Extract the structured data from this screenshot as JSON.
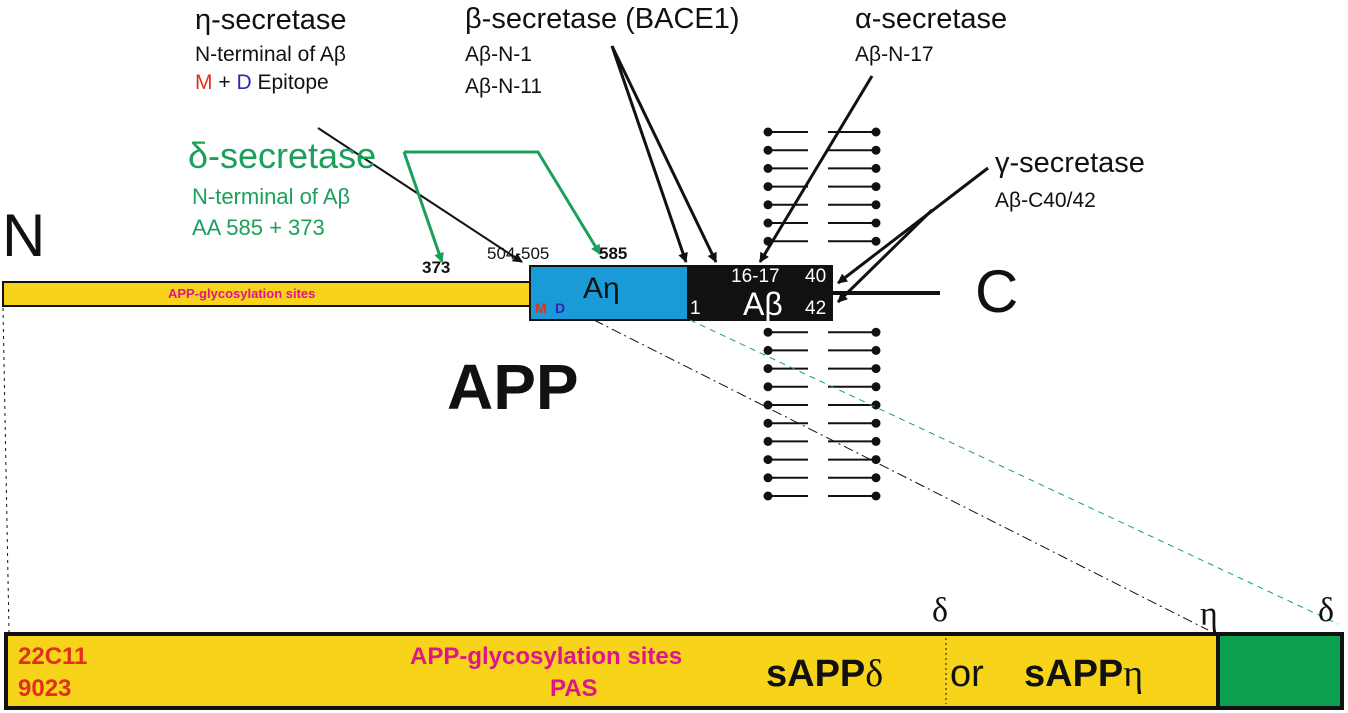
{
  "colors": {
    "app_bar": "#f7d31a",
    "an_domain": "#1a9ad6",
    "ab_domain": "#111111",
    "delta_green": "#1aa05a",
    "glyco_magenta": "#e0148c",
    "m_red": "#e0301e",
    "d_blue": "#2a2ab0",
    "stub_green": "#0aa050"
  },
  "enzymes": {
    "eta": {
      "name": "η-secretase",
      "line1": "N-terminal of Aβ",
      "m": "M",
      "plus": "+",
      "d": "D",
      "epitope": "Epitope"
    },
    "beta": {
      "name": "β-secretase (BACE1)",
      "line1": "Aβ-N-1",
      "line2": "Aβ-N-11"
    },
    "alpha": {
      "name": "α-secretase",
      "line1": "Aβ-N-17"
    },
    "gamma": {
      "name": "γ-secretase",
      "line1": "Aβ-C40/42"
    },
    "delta": {
      "name": "δ-secretase",
      "line1": "N-terminal of Aβ",
      "line2": "AA 585 + 373"
    }
  },
  "app": {
    "n_label": "N",
    "c_label": "C",
    "glyco_label": "APP-glycosylation sites",
    "site_373": "373",
    "site_504": "504-505",
    "site_585": "585",
    "an_label": "Aη",
    "an_m": "M",
    "an_d": "D",
    "ab_label": "Aβ",
    "ab_1": "1",
    "ab_1617": "16-17",
    "ab_40": "40",
    "ab_42": "42",
    "title": "APP"
  },
  "sapp": {
    "delta_top": "δ",
    "eta_top": "η",
    "delta_right": "δ",
    "antibody1": "22C11",
    "antibody2": "9023",
    "glyco1": "APP-glycosylation sites",
    "glyco2": "PAS",
    "sapp_prefix1": "sAPP",
    "sapp_sym1": "δ",
    "or": "or",
    "sapp_prefix2": "sAPP",
    "sapp_sym2": "η"
  }
}
